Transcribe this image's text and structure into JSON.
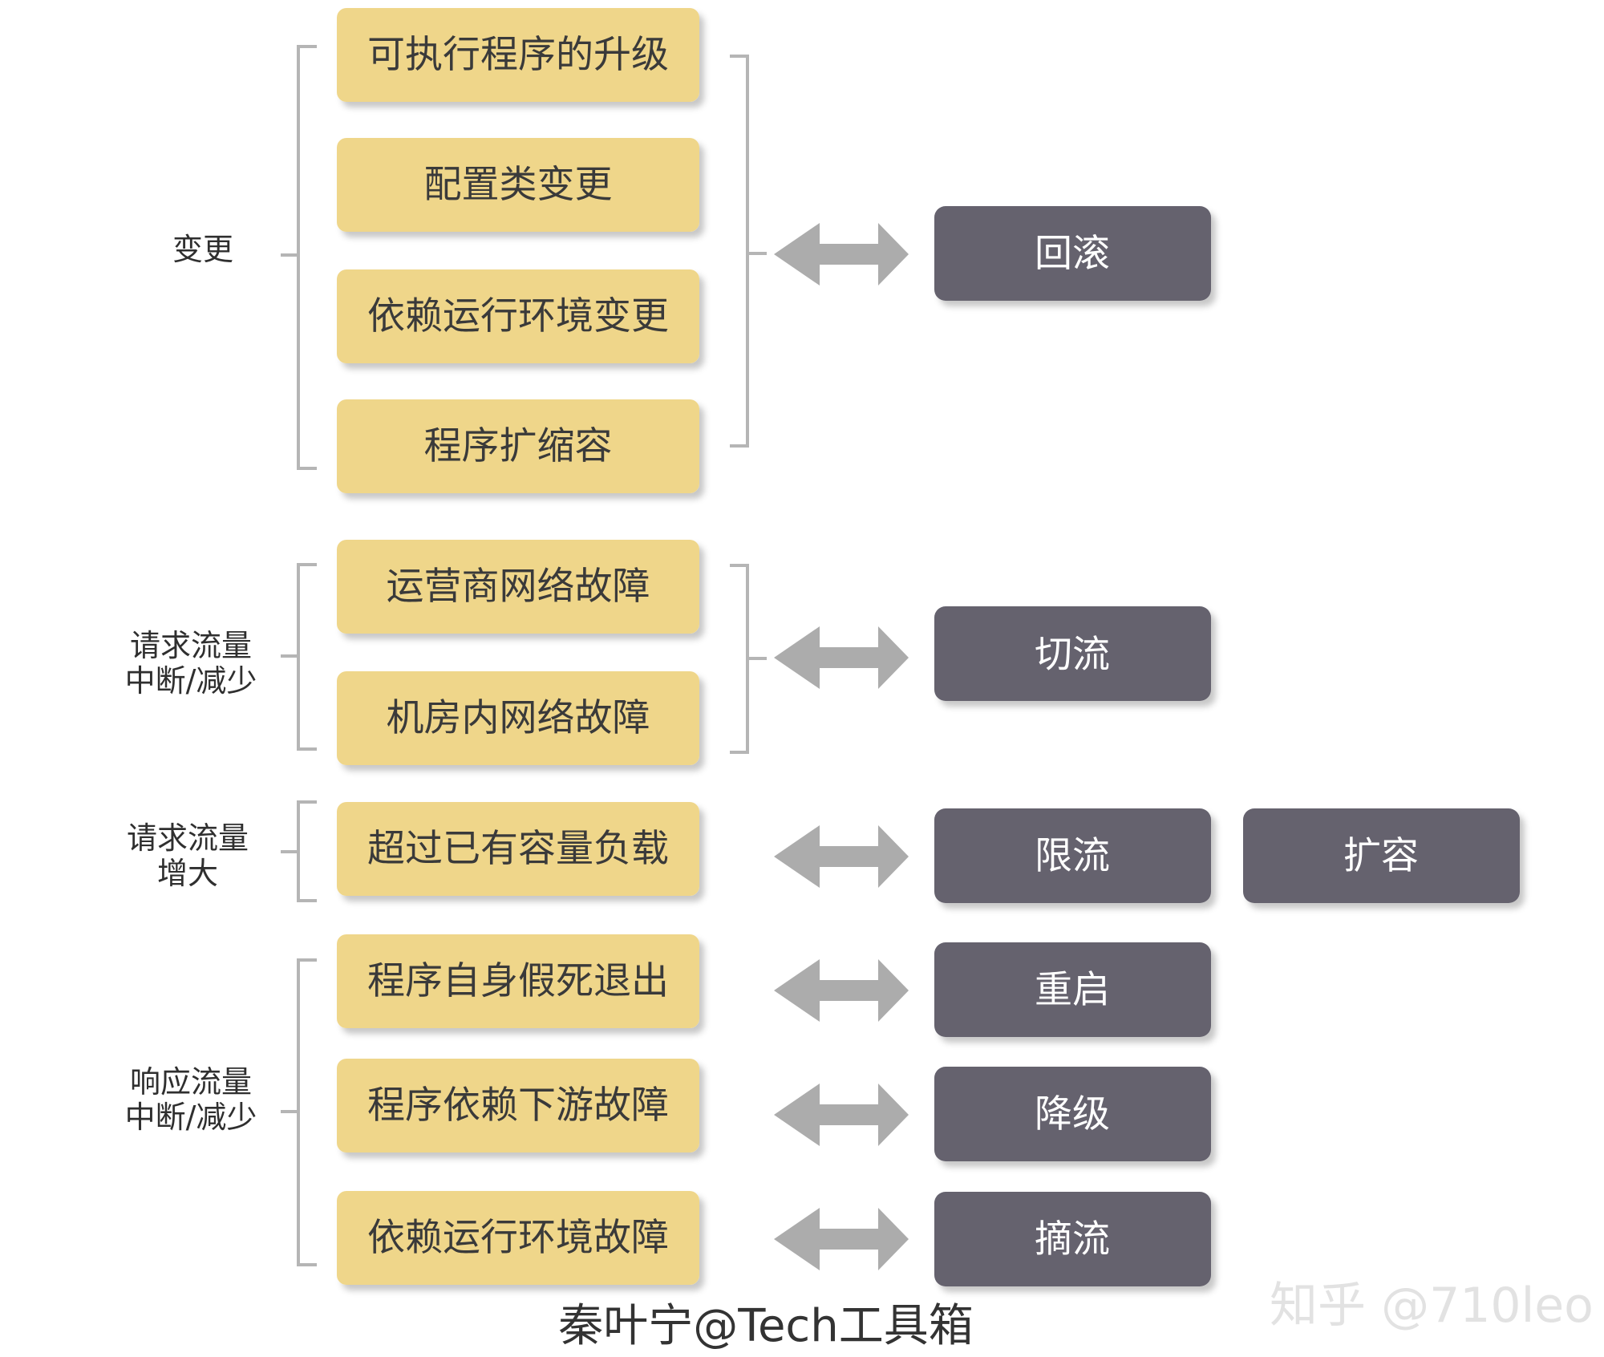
{
  "groups": [
    {
      "label_lines": [
        "变更"
      ],
      "items": [
        "可执行程序的升级",
        "配置类变更",
        "依赖运行环境变更",
        "程序扩缩容"
      ]
    },
    {
      "label_lines": [
        "请求流量",
        "中断/减少"
      ],
      "items": [
        "运营商网络故障",
        "机房内网络故障"
      ]
    },
    {
      "label_lines": [
        "请求流量",
        "增大"
      ],
      "items": [
        "超过已有容量负载"
      ]
    },
    {
      "label_lines": [
        "响应流量",
        "中断/减少"
      ],
      "items": [
        "程序自身假死退出",
        "程序依赖下游故障",
        "依赖运行环境故障"
      ]
    }
  ],
  "actions": {
    "rollback": "回滚",
    "switch_traffic": "切流",
    "rate_limit": "限流",
    "scale_out": "扩容",
    "restart": "重启",
    "degrade": "降级",
    "remove_traffic": "摘流"
  },
  "footer": "秦叶宁@Tech工具箱",
  "watermark": "知乎 @710leo",
  "colors": {
    "cause_box": "#efd68a",
    "action_box": "#65626e",
    "arrow": "#acacac",
    "bracket": "#b5b5b5"
  }
}
